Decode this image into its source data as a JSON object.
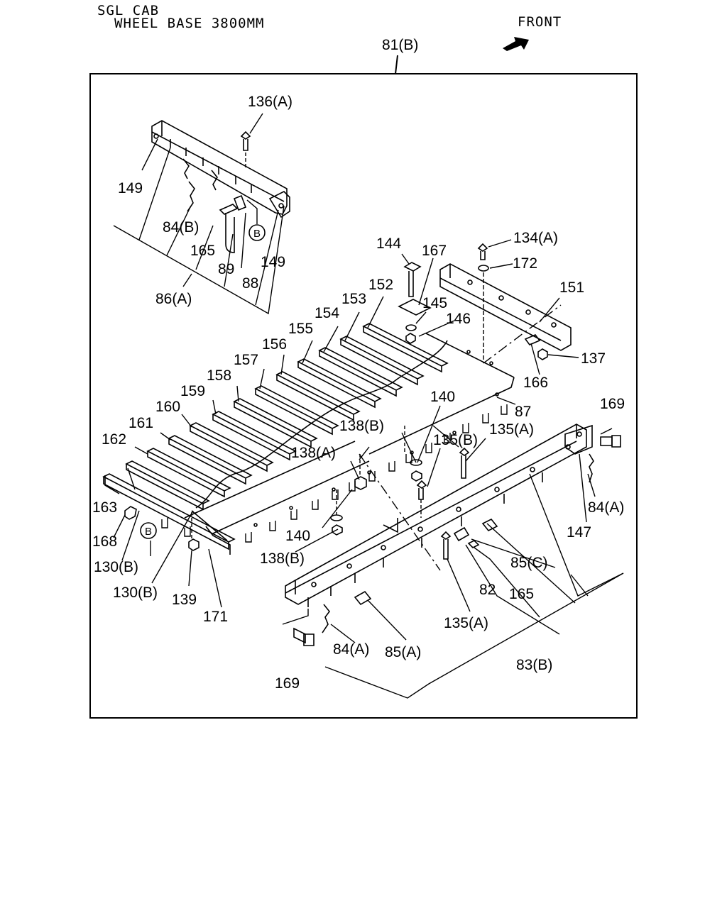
{
  "header": {
    "line1": "SGL CAB",
    "line2": "WHEEL BASE 3800MM",
    "front": "FRONT"
  },
  "frame_label": "81(B)",
  "ref_circle": "B",
  "labels": [
    {
      "id": "l136a",
      "text": "136(A)"
    },
    {
      "id": "l149a",
      "text": "149"
    },
    {
      "id": "l84b",
      "text": "84(B)"
    },
    {
      "id": "l165a",
      "text": "165"
    },
    {
      "id": "l89",
      "text": "89"
    },
    {
      "id": "l88",
      "text": "88"
    },
    {
      "id": "l149b",
      "text": "149"
    },
    {
      "id": "l86a",
      "text": "86(A)"
    },
    {
      "id": "l144",
      "text": "144"
    },
    {
      "id": "l167",
      "text": "167"
    },
    {
      "id": "l134a",
      "text": "134(A)"
    },
    {
      "id": "l172",
      "text": "172"
    },
    {
      "id": "l151",
      "text": "151"
    },
    {
      "id": "l152",
      "text": "152"
    },
    {
      "id": "l153",
      "text": "153"
    },
    {
      "id": "l145",
      "text": "145"
    },
    {
      "id": "l146",
      "text": "146"
    },
    {
      "id": "l154",
      "text": "154"
    },
    {
      "id": "l155",
      "text": "155"
    },
    {
      "id": "l156",
      "text": "156"
    },
    {
      "id": "l157",
      "text": "157"
    },
    {
      "id": "l137",
      "text": "137"
    },
    {
      "id": "l166",
      "text": "166"
    },
    {
      "id": "l158",
      "text": "158"
    },
    {
      "id": "l159",
      "text": "159"
    },
    {
      "id": "l160",
      "text": "160"
    },
    {
      "id": "l161",
      "text": "161"
    },
    {
      "id": "l162",
      "text": "162"
    },
    {
      "id": "l140a",
      "text": "140"
    },
    {
      "id": "l87",
      "text": "87"
    },
    {
      "id": "l169a",
      "text": "169"
    },
    {
      "id": "l138b1",
      "text": "138(B)"
    },
    {
      "id": "l135a1",
      "text": "135(A)"
    },
    {
      "id": "l135b",
      "text": "135(B)"
    },
    {
      "id": "l138a",
      "text": "138(A)"
    },
    {
      "id": "l84a1",
      "text": "84(A)"
    },
    {
      "id": "l163",
      "text": "163"
    },
    {
      "id": "l147",
      "text": "147"
    },
    {
      "id": "l168",
      "text": "168"
    },
    {
      "id": "l140b",
      "text": "140"
    },
    {
      "id": "l85c",
      "text": "85(C)"
    },
    {
      "id": "l138b2",
      "text": "138(B)"
    },
    {
      "id": "l130b1",
      "text": "130(B)"
    },
    {
      "id": "l82",
      "text": "82"
    },
    {
      "id": "l165b",
      "text": "165"
    },
    {
      "id": "l130b2",
      "text": "130(B)"
    },
    {
      "id": "l139",
      "text": "139"
    },
    {
      "id": "l171",
      "text": "171"
    },
    {
      "id": "l135a2",
      "text": "135(A)"
    },
    {
      "id": "l84a2",
      "text": "84(A)"
    },
    {
      "id": "l85a",
      "text": "85(A)"
    },
    {
      "id": "l83b",
      "text": "83(B)"
    },
    {
      "id": "l169b",
      "text": "169"
    }
  ]
}
